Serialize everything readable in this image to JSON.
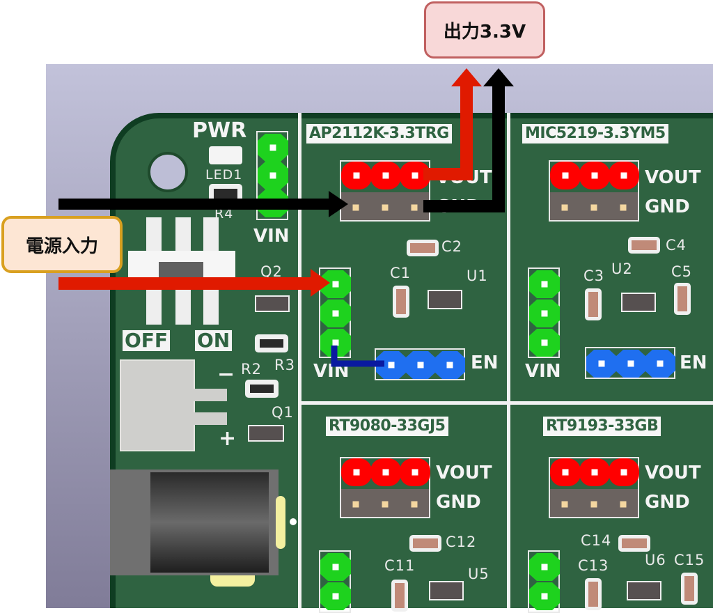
{
  "callouts": {
    "output": {
      "text": "出力3.3V",
      "bg": "#f8d8d8",
      "border": "#c06060"
    },
    "input": {
      "text": "電源入力",
      "bg": "#fde6d4",
      "border": "#d9a020"
    }
  },
  "board": {
    "power_section": {
      "pwr_label": "PWR",
      "led_label": "LED1",
      "r4_label": "R4",
      "vin_label": "VIN",
      "switch_off_label": "OFF",
      "switch_on_label": "ON",
      "q2_label": "Q2",
      "r2_label": "R2",
      "r3_label": "R3",
      "q1_label": "Q1",
      "minus_label": "−",
      "plus_label": "+"
    },
    "modules": [
      {
        "name": "AP2112K-3.3TRG",
        "vout": "VOUT",
        "gnd": "GND",
        "vin": "VIN",
        "en": "EN",
        "u": "U1",
        "caps": [
          "C1",
          "C2"
        ]
      },
      {
        "name": "MIC5219-3.3YM5",
        "vout": "VOUT",
        "gnd": "GND",
        "vin": "VIN",
        "en": "EN",
        "u": "U2",
        "caps": [
          "C3",
          "C4",
          "C5"
        ]
      },
      {
        "name": "RT9080-33GJ5",
        "vout": "VOUT",
        "gnd": "GND",
        "u": "U5",
        "caps": [
          "C11",
          "C12"
        ]
      },
      {
        "name": "RT9193-33GB",
        "vout": "VOUT",
        "gnd": "GND",
        "u": "U6",
        "caps": [
          "C13",
          "C14",
          "C15"
        ]
      }
    ]
  },
  "arrows": {
    "input_color": "#e01a00",
    "gnd_color": "#000000",
    "en_color": "#0a1aa0"
  }
}
